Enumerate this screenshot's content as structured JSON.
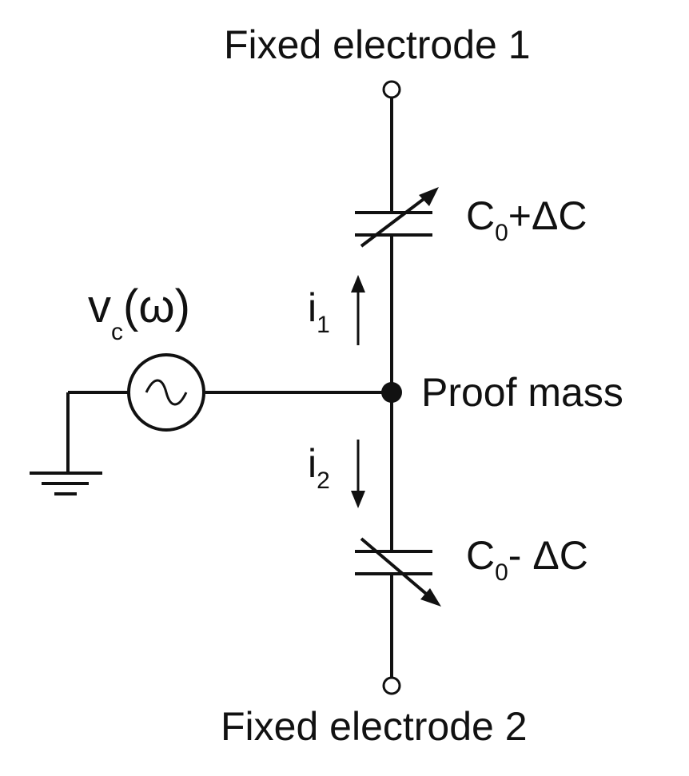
{
  "labels": {
    "top_terminal": "Fixed electrode 1",
    "bottom_terminal": "Fixed electrode 2",
    "node": "Proof mass",
    "cap_top": {
      "base": "C",
      "sub": "0",
      "rest": "+ΔC"
    },
    "cap_bottom": {
      "base": "C",
      "sub": "0",
      "rest": "- ΔC"
    },
    "source": {
      "base": "v",
      "sub": "c",
      "rest": "(ω)"
    },
    "current_up": {
      "base": "i",
      "sub": "1"
    },
    "current_down": {
      "base": "i",
      "sub": "2"
    }
  },
  "colors": {
    "ink": "#111111",
    "background": "#ffffff"
  }
}
